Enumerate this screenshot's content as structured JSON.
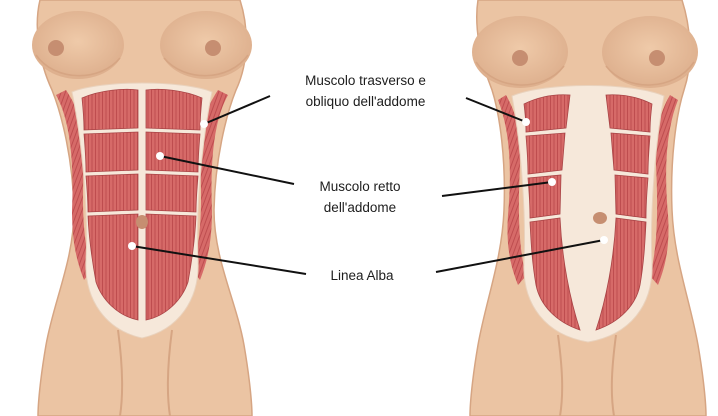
{
  "labels": {
    "transverse_oblique": [
      "Muscolo trasverso e",
      "obliquo dell'addome"
    ],
    "rectus": [
      "Muscolo retto",
      "dell'addome"
    ],
    "linea_alba": "Linea Alba"
  },
  "figures": [
    {
      "name": "normal-abdomen",
      "rectus_separation": "none"
    },
    {
      "name": "diastasis-abdomen",
      "rectus_separation": "wide"
    }
  ],
  "colors": {
    "skin": "#ebc4a3",
    "skin_shadow": "#d6a583",
    "fascia": "#f6e8da",
    "muscle": "#d66a68",
    "muscle_stripe": "#bb4a4c",
    "nipple": "#c68e71",
    "leader_line": "#111111"
  }
}
